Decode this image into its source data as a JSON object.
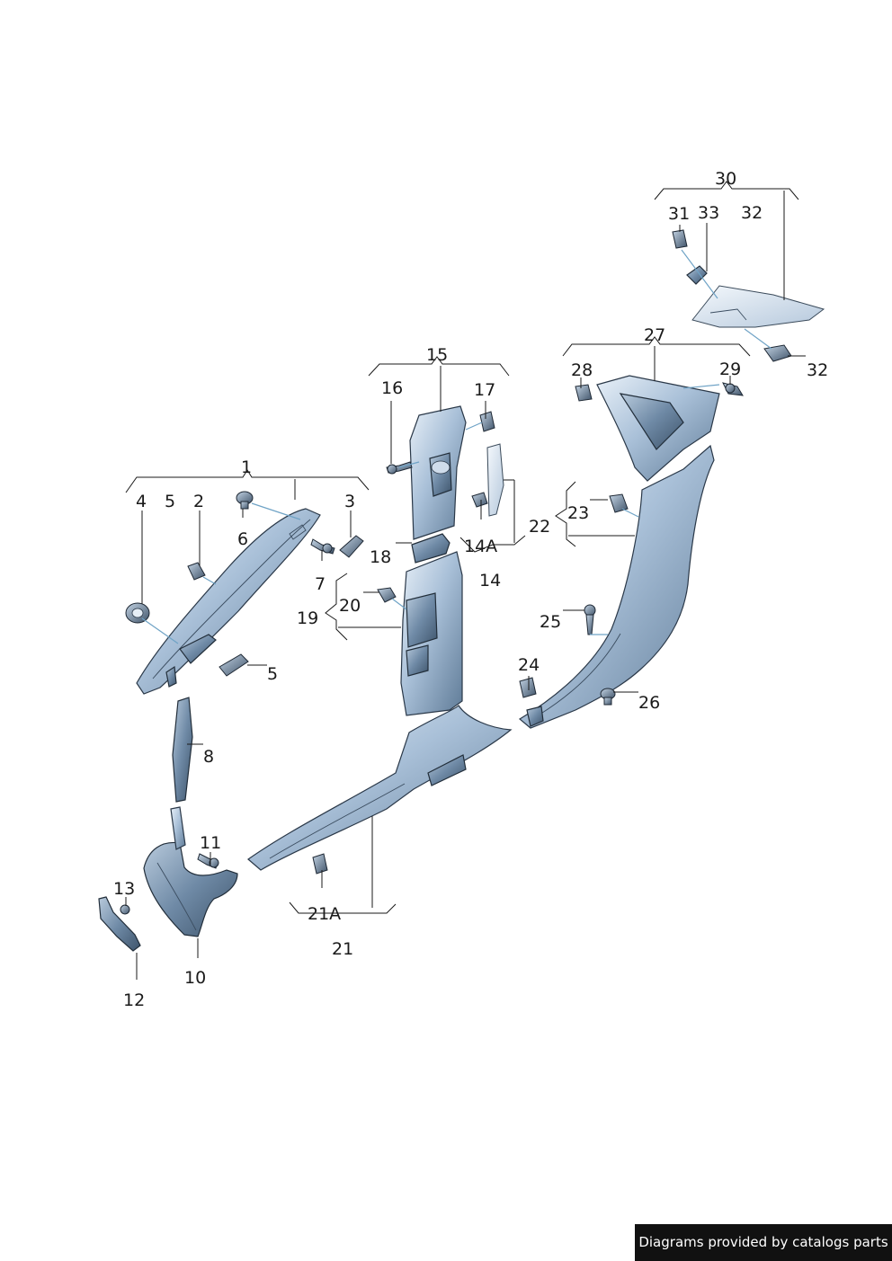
{
  "callouts": {
    "c1": "1",
    "c2": "2",
    "c3": "3",
    "c4": "4",
    "c5a": "5",
    "c5b": "5",
    "c6": "6",
    "c7": "7",
    "c8": "8",
    "c10": "10",
    "c11": "11",
    "c12": "12",
    "c13": "13",
    "c14": "14",
    "c14a": "14A",
    "c15": "15",
    "c16": "16",
    "c17": "17",
    "c18": "18",
    "c19": "19",
    "c20": "20",
    "c21": "21",
    "c21a": "21A",
    "c22": "22",
    "c23": "23",
    "c24": "24",
    "c25": "25",
    "c26": "26",
    "c27": "27",
    "c28": "28",
    "c29": "29",
    "c30": "30",
    "c31": "31",
    "c32a": "32",
    "c32b": "32",
    "c33": "33"
  },
  "footer": {
    "text": "Diagrams provided by catalogs parts"
  },
  "colors": {
    "part_light": "#dbe6f2",
    "part_mid": "#9db6d0",
    "part_dark": "#5e7a96",
    "axis": "#6fa3c6"
  }
}
